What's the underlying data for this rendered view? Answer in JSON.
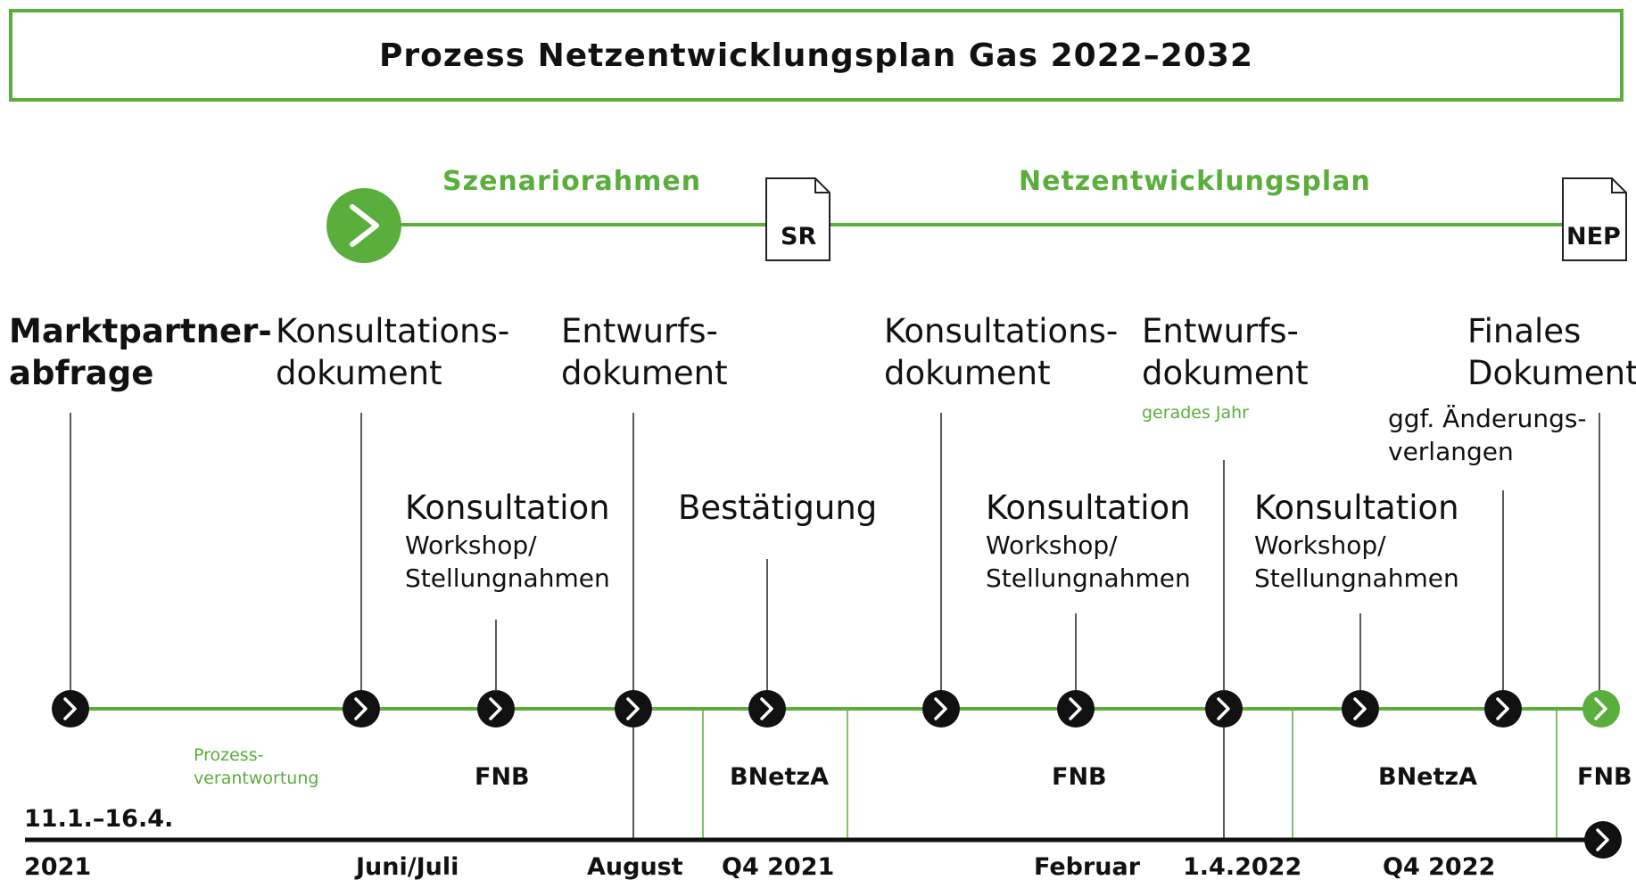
{
  "title": "Prozess Netzentwicklungsplan Gas 2022–2032",
  "colors": {
    "accent": "#5aae3c",
    "ink": "#111111",
    "line": "#333333"
  },
  "phases": {
    "szenariorahmen": "Szenariorahmen",
    "netzentwicklungsplan": "Netzentwicklungsplan"
  },
  "documents": {
    "sr": "SR",
    "nep": "NEP"
  },
  "start_icon": "chevron-right-icon",
  "milestones_top": [
    {
      "line1": "Marktpartner-",
      "line2": "abfrage",
      "bold": true
    },
    {
      "line1": "Konsultations-",
      "line2": "dokument"
    },
    {
      "line1": "Entwurfs-",
      "line2": "dokument"
    },
    {
      "line1": "Konsultations-",
      "line2": "dokument"
    },
    {
      "line1": "Entwurfs-",
      "line2": "dokument",
      "note": "gerades Jahr"
    },
    {
      "line1": "Finales",
      "line2": "Dokument"
    }
  ],
  "change_request": {
    "line1": "ggf. Änderungs-",
    "line2": "verlangen"
  },
  "activities_mid": [
    {
      "title": "Konsultation",
      "sub1": "Workshop/",
      "sub2": "Stellungnahmen"
    },
    {
      "title": "Bestätigung"
    },
    {
      "title": "Konsultation",
      "sub1": "Workshop/",
      "sub2": "Stellungnahmen"
    },
    {
      "title": "Konsultation",
      "sub1": "Workshop/",
      "sub2": "Stellungnahmen"
    }
  ],
  "responsibility": {
    "note_line1": "Prozess-",
    "note_line2": "verantwortung",
    "actors": [
      "FNB",
      "BNetzA",
      "FNB",
      "BNetzA",
      "FNB"
    ]
  },
  "timeline": {
    "range_line1": "11.1.–16.4.",
    "labels": [
      "2021",
      "Juni/Juli",
      "August",
      "Q4 2021",
      "Februar",
      "1.4.2022",
      "Q4 2022"
    ]
  }
}
